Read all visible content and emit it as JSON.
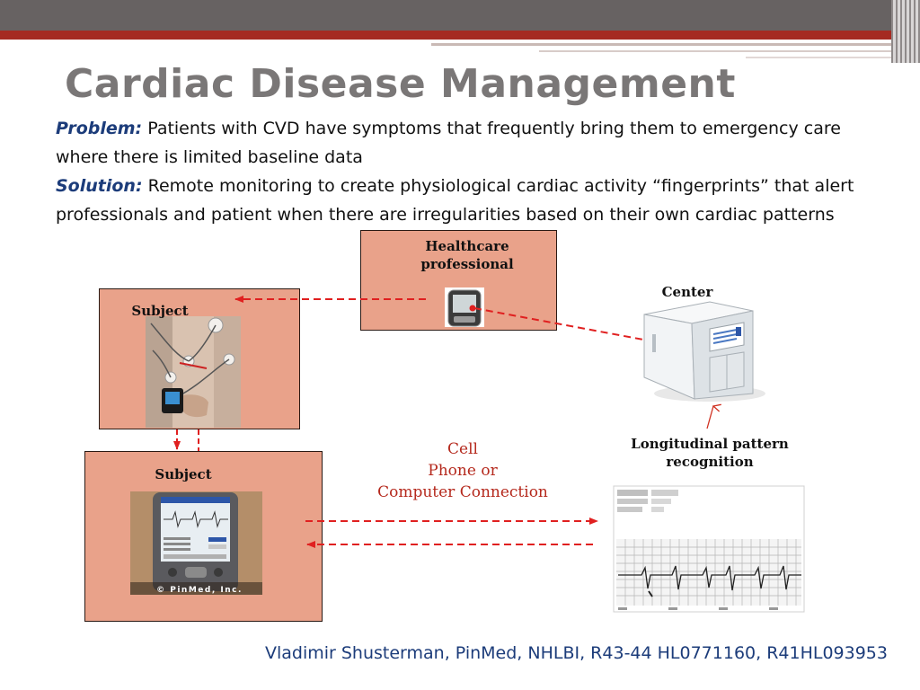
{
  "slide": {
    "title": "Cardiac Disease Management",
    "problem_label": "Problem:",
    "problem_text": " Patients with CVD have symptoms that frequently bring them to emergency care where there is limited baseline data",
    "solution_label": "Solution:",
    "solution_text": " Remote monitoring to create physiological cardiac activity “fingerprints” that alert professionals and patient when there are irregularities based on their own cardiac patterns",
    "footer": "Vladimir Shusterman, PinMed, NHLBI, R43-44 HL0771160, R41HL093953"
  },
  "diagram": {
    "healthcare_line1": "Healthcare",
    "healthcare_line2": "professional",
    "subject_top": "Subject",
    "subject_bottom": "Subject",
    "center": "Center",
    "cell_line1": "Cell",
    "cell_line2": "Phone or",
    "cell_line3": "Computer Connection",
    "longitudinal_line1": "Longitudinal pattern",
    "longitudinal_line2": "recognition",
    "pinmed_logo": "© PinMed, Inc."
  },
  "colors": {
    "box_fill": "#e9a28a",
    "arrow_red": "#e02020",
    "title_gray": "#7a7777",
    "keyword_blue": "#1c3c7a",
    "header_gray": "#676262",
    "header_red": "#a52a22"
  }
}
